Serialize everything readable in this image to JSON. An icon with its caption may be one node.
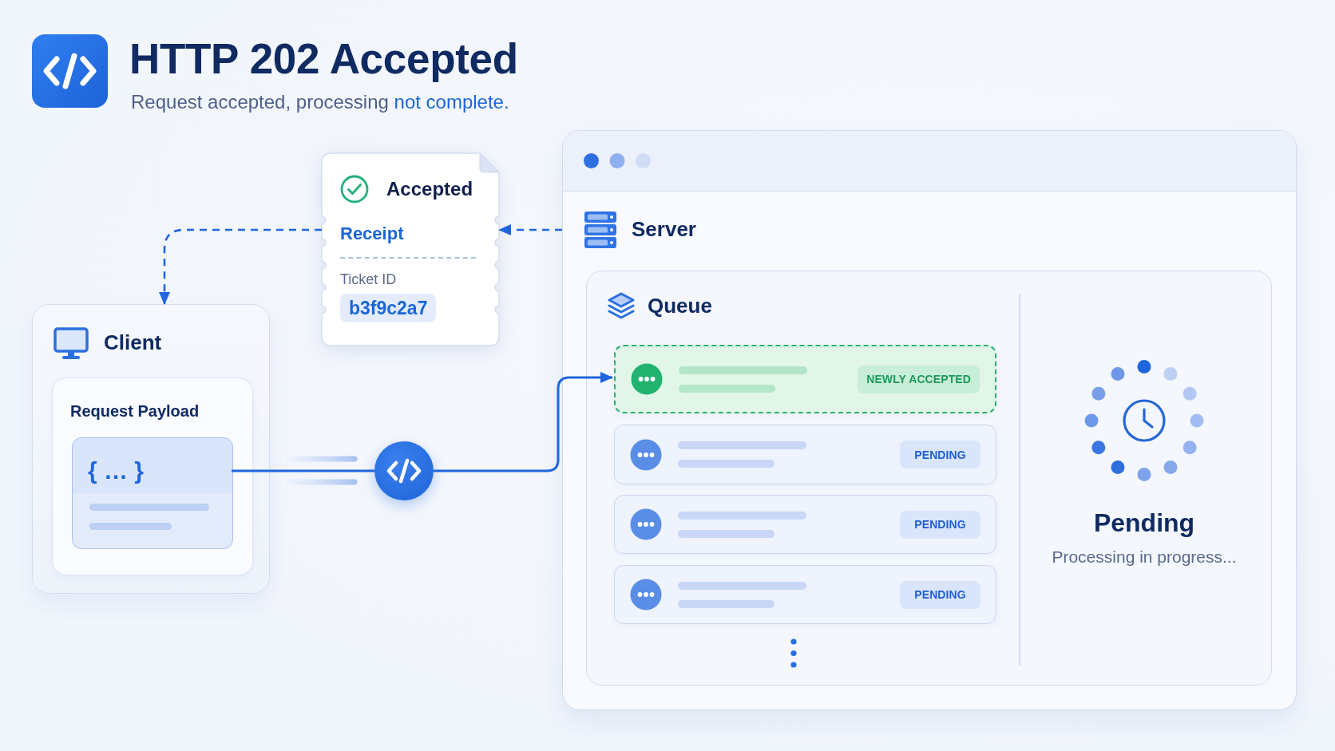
{
  "diagram": {
    "title": "HTTP 202 Accepted",
    "caption": "Request accepted, processing **not complete.**",
    "nodes": [
      {
        "text": [
          "Client"
        ]
      },
      {
        "text": [
          "Request Payload"
        ],
        "in": 0
      },
      {
        "text": [
          "{ … }"
        ],
        "in": 1
      },
      {
        "text": [],
        "shape": "circle"
      },
      {
        "text": [
          "Accepted",
          "Receipt",
          "Ticket ID",
          "b3f9c2a7"
        ]
      },
      {
        "text": [
          "Server"
        ]
      },
      {
        "text": [
          "Queue"
        ],
        "in": 5
      },
      {
        "text": [
          "NEWLY ACCEPTED"
        ],
        "in": 6
      },
      {
        "text": [
          "PENDING"
        ],
        "in": 6
      },
      {
        "text": [
          "PENDING"
        ],
        "in": 6
      },
      {
        "text": [
          "PENDING"
        ],
        "in": 6
      }
    ],
    "edges": [
      {
        "from": 2,
        "to": 3,
        "arrow": "none"
      },
      {
        "from": 3,
        "to": 7,
        "arrow": "to"
      },
      {
        "from": 5,
        "to": 4,
        "arrow": "to",
        "style": "dashed"
      },
      {
        "from": 4,
        "to": 0,
        "arrow": "to",
        "style": "dashed"
      }
    ],
    "labels": [
      "Pending",
      "Processing in progress..."
    ]
  }
}
